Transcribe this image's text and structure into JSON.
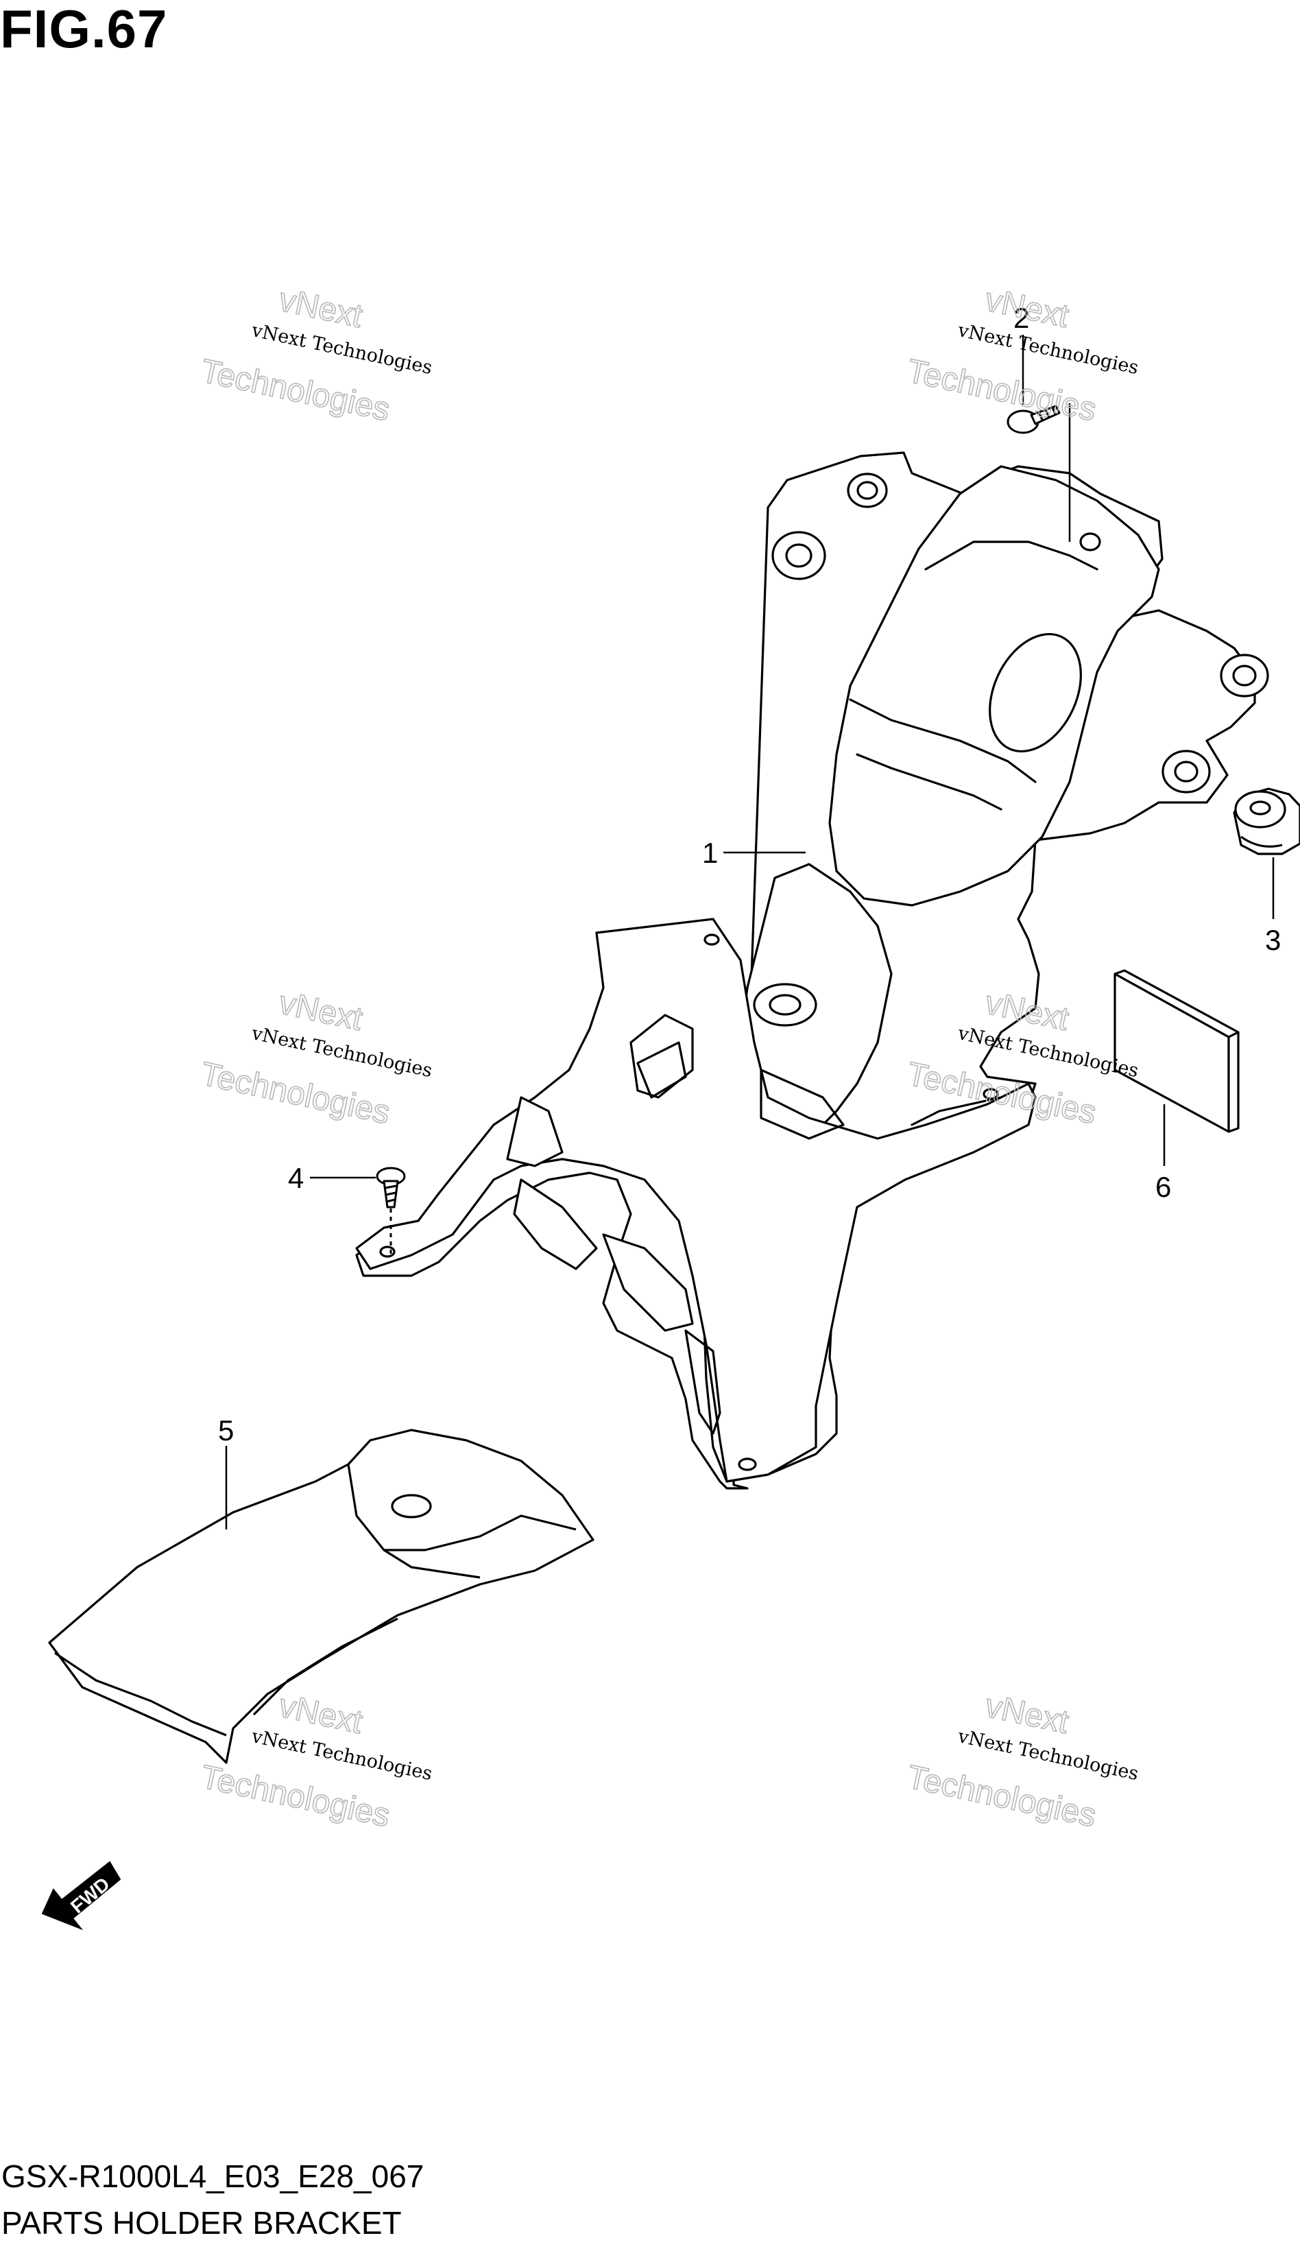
{
  "figure": {
    "title": "FIG.67"
  },
  "callouts": [
    {
      "id": "1",
      "label": "1"
    },
    {
      "id": "2",
      "label": "2"
    },
    {
      "id": "3",
      "label": "3"
    },
    {
      "id": "4",
      "label": "4"
    },
    {
      "id": "5",
      "label": "5"
    },
    {
      "id": "6",
      "label": "6"
    }
  ],
  "watermark": {
    "line": "vNext Technologies",
    "big_top": "vNext",
    "big_bottom": "Technologies"
  },
  "direction_badge": "FWD",
  "footer": {
    "model_code": "GSX-R1000L4_E03_E28_067",
    "part_name": "PARTS HOLDER BRACKET"
  }
}
